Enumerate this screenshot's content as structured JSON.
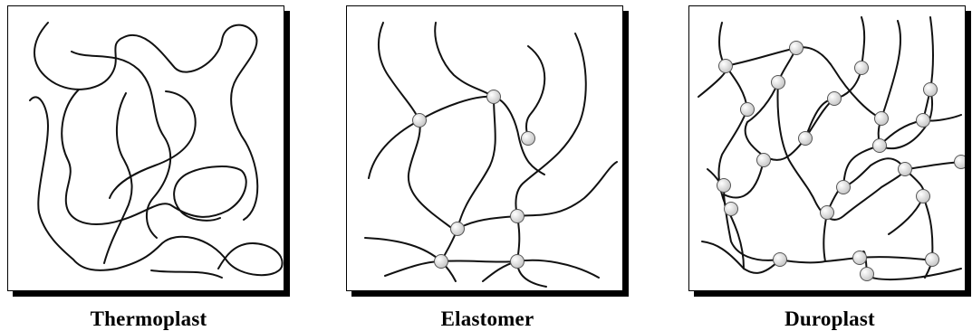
{
  "panels": [
    {
      "caption": "Thermoplast"
    },
    {
      "caption": "Elastomer"
    },
    {
      "caption": "Duroplast"
    }
  ],
  "colors": {
    "line": "#111111",
    "crosslink_fill": "#c8c8c8",
    "crosslink_highlight": "#ffffff",
    "shadow": "#000000"
  }
}
